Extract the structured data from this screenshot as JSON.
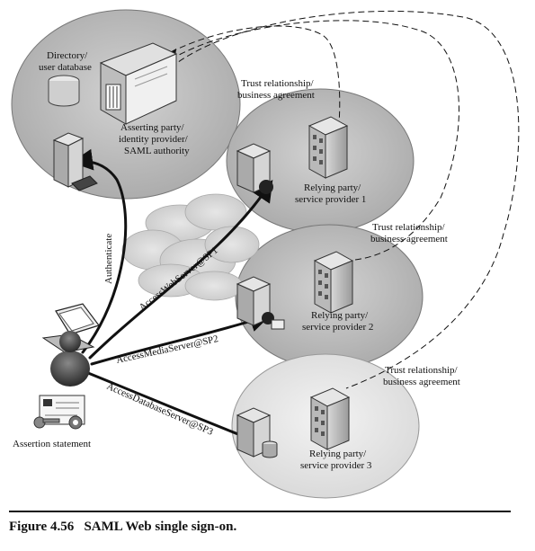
{
  "asserting_party": {
    "directory_label_1": "Directory/",
    "directory_label_2": "user database",
    "name_line_1": "Asserting party/",
    "name_line_2": "identity provider/",
    "name_line_3": "SAML authority"
  },
  "trust_1": {
    "line_1": "Trust relationship/",
    "line_2": "business agreement"
  },
  "trust_2": {
    "line_1": "Trust relationship/",
    "line_2": "business agreement"
  },
  "trust_3": {
    "line_1": "Trust relationship/",
    "line_2": "business agreement"
  },
  "sp1": {
    "line_1": "Relying party/",
    "line_2": "service provider 1"
  },
  "sp2": {
    "line_1": "Relying party/",
    "line_2": "service provider 2"
  },
  "sp3": {
    "line_1": "Relying party/",
    "line_2": "service provider 3"
  },
  "links": {
    "authenticate": "Authenticate",
    "sp1": "AccessWebServer@SP1",
    "sp2": "AccessMediaServer@SP2",
    "sp3": "AccessDatabaseServer@SP3"
  },
  "assertion_label": "Assertion statement",
  "caption": {
    "number": "Figure 4.56",
    "title": "SAML Web single sign-on."
  }
}
